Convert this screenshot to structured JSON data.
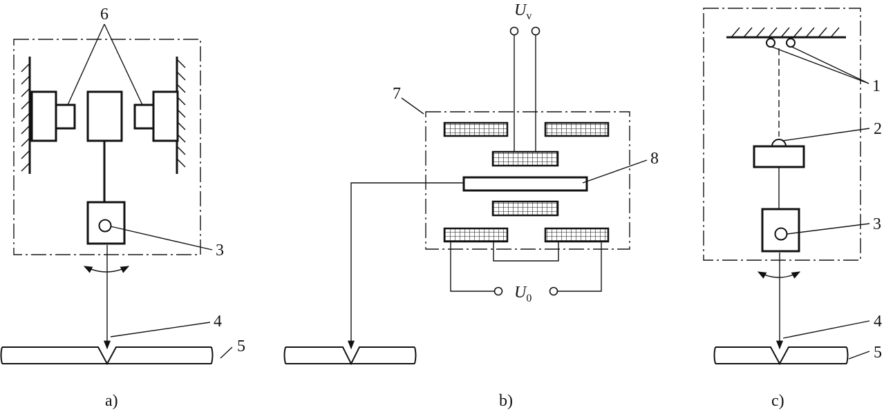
{
  "panels": {
    "a": {
      "caption": "a)",
      "labels": {
        "mirror_drives": "6",
        "mirror": "3",
        "beam": "4",
        "workpiece": "5"
      }
    },
    "b": {
      "caption": "b)",
      "labels": {
        "deflection_unit": "7",
        "plate": "8"
      },
      "voltage_top": {
        "symbol": "U",
        "subscript": "v"
      },
      "voltage_bottom": {
        "symbol": "U",
        "subscript": "0"
      }
    },
    "c": {
      "caption": "c)",
      "labels": {
        "suspension": "1",
        "drive": "2",
        "mirror": "3",
        "beam": "4",
        "workpiece": "5"
      }
    }
  }
}
